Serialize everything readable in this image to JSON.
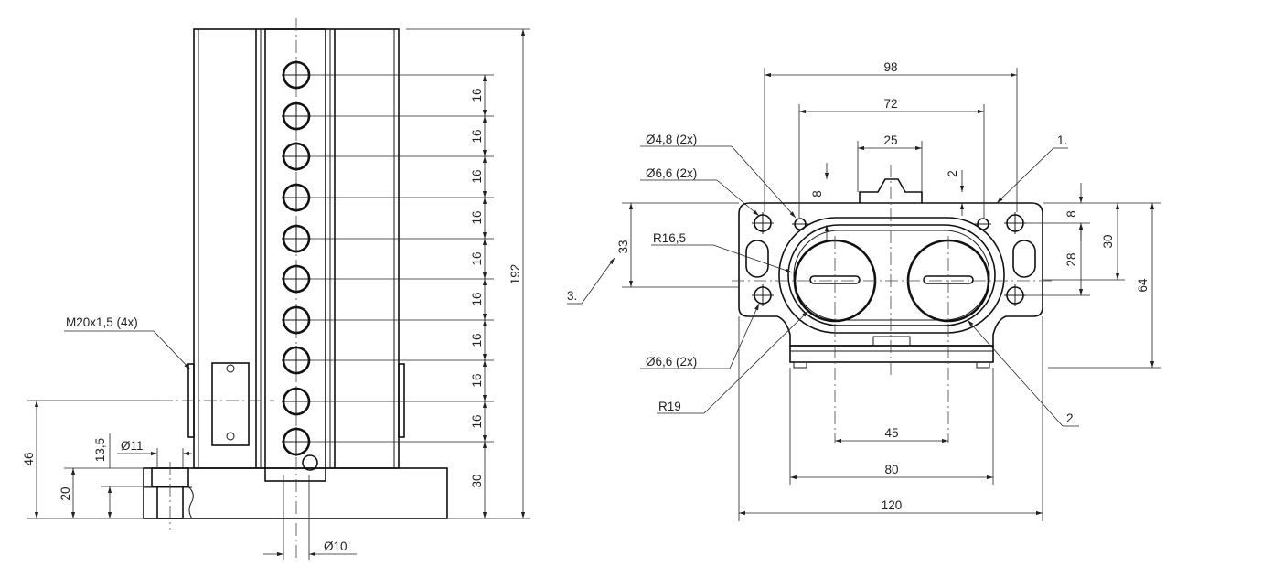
{
  "side_view": {
    "pitch_dims": [
      "16",
      "16",
      "16",
      "16",
      "16",
      "16",
      "16",
      "16",
      "16"
    ],
    "overall_height": "192",
    "base_height": "30",
    "thread_callout": "M20x1,5 (4x)",
    "dim_46": "46",
    "dim_20": "20",
    "dim_13_5": "13,5",
    "bore_dia": "Ø11",
    "pin_dia": "Ø10"
  },
  "plan_view": {
    "width_98": "98",
    "width_72": "72",
    "width_25": "25",
    "dim_8_top": "8",
    "dim_2": "2",
    "hole_48": "Ø4,8 (2x)",
    "hole_66_top": "Ø6,6 (2x)",
    "radius_165": "R16,5",
    "height_33": "33",
    "dim_8_right": "8",
    "dim_30": "30",
    "dim_28": "28",
    "dim_64": "64",
    "hole_66_bottom": "Ø6,6 (2x)",
    "radius_19": "R19",
    "width_45": "45",
    "width_80": "80",
    "width_120": "120",
    "callout_1": "1.",
    "callout_2": "2.",
    "callout_3": "3."
  }
}
